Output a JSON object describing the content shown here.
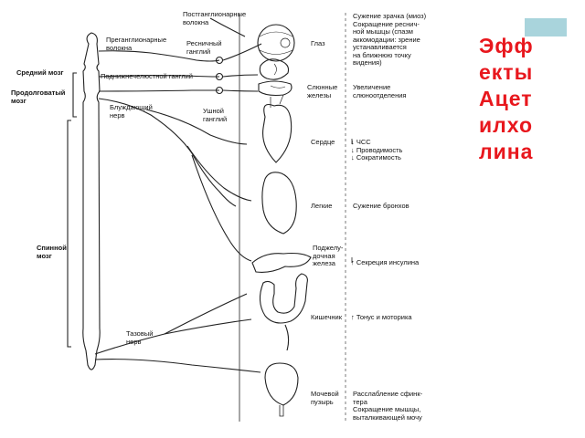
{
  "title": {
    "lines": [
      "Эфф",
      "екты",
      "Ацет",
      "илхо",
      "лина"
    ],
    "color": "#e8171d",
    "corner_box_color": "#a9d4dc"
  },
  "labels": {
    "postganglionic": "Постганглионарные\nволокна",
    "preganglionic": "Преганглионарные\nволокна",
    "ciliary_ganglion": "Ресничный\nганглий",
    "midbrain": "Средний мозг",
    "submandibular_ganglion": "Подниж­нечелюстной ганглий",
    "medulla": "Продолговатый\nмозг",
    "vagus_nerve": "Блуждающий\nнерв",
    "otic_ganglion": "Ушной\nганглий",
    "spinal_cord": "Спинной\nмозг",
    "pelvic_nerve": "Тазовый\nнерв"
  },
  "organs": {
    "eye": "Глаз",
    "salivary": "Слюнные\nжелезы",
    "heart": "Сердце",
    "lungs": "Легкие",
    "pancreas": "Поджелу-\nдочная\nжелеза",
    "intestine": "Кишечник",
    "bladder": "Мочевой\nпузырь"
  },
  "effects": {
    "eye": "Сужение зрачка (миоз)\nСокращение реснич-\nной мышцы (спазм\nаккомодации: зрение\nустанавливается\nна ближнюю точку\nвидения)",
    "salivary": "Увеличение\nслюноотделения",
    "heart": "↓ ЧСС\n↓ Проводимость\n↓ Сократимость",
    "lungs": "Сужение бронхов",
    "pancreas": "↑ Секреция инсулина",
    "intestine": "↑ Тонус и моторика",
    "bladder": "Расслабление сфинк-\nтера\nСокращение мышцы,\nвыталкивающей мочу"
  }
}
